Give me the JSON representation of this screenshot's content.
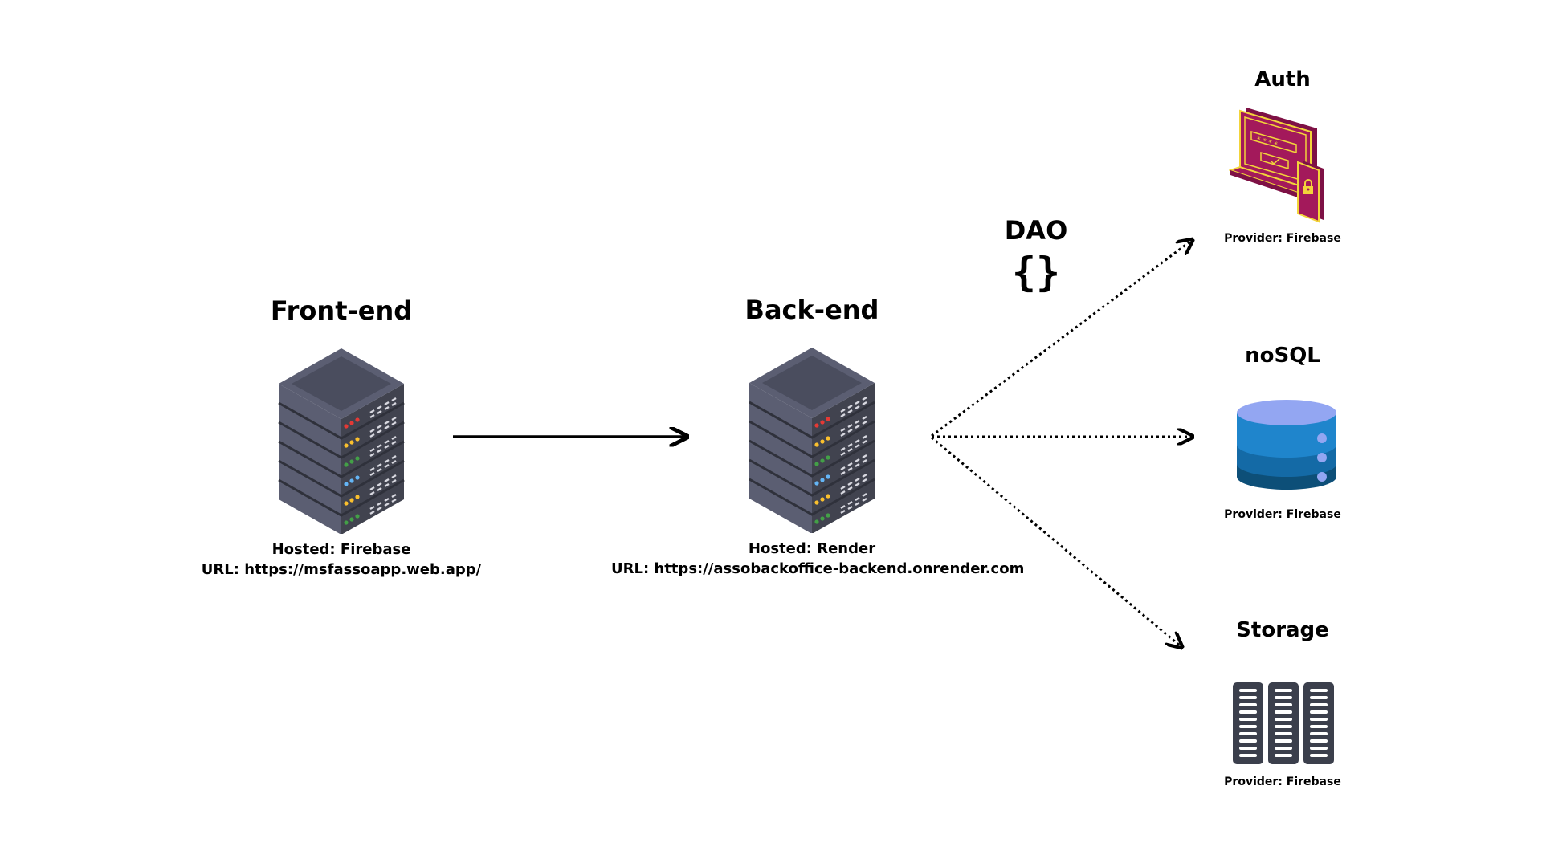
{
  "frontend": {
    "title": "Front-end",
    "hosted": "Hosted: Firebase",
    "url": "URL: https://msfassoapp.web.app/",
    "icon": "server-rack-icon"
  },
  "backend": {
    "title": "Back-end",
    "hosted": "Hosted: Render",
    "url": "URL: https://assobackoffice-backend.onrender.com",
    "icon": "server-rack-icon"
  },
  "dao": {
    "label": "DAO",
    "symbol": "{}"
  },
  "services": {
    "auth": {
      "title": "Auth",
      "provider": "Provider: Firebase",
      "icon": "secure-login-devices-icon"
    },
    "nosql": {
      "title": "noSQL",
      "provider": "Provider: Firebase",
      "icon": "database-cylinder-icon"
    },
    "storage": {
      "title": "Storage",
      "provider": "Provider: Firebase",
      "icon": "storage-racks-icon"
    }
  },
  "colors": {
    "server_top": "#4a4d5e",
    "server_side": "#5b5e72",
    "server_front": "#41434f",
    "auth_fill": "#a3195b",
    "auth_line": "#f2d43a",
    "db_top": "#93a6f2",
    "db_band1": "#1f85cc",
    "db_band2": "#146aa6",
    "db_band3": "#0d4f78",
    "storage_fill": "#3b3f4c",
    "edge": "#000000"
  }
}
